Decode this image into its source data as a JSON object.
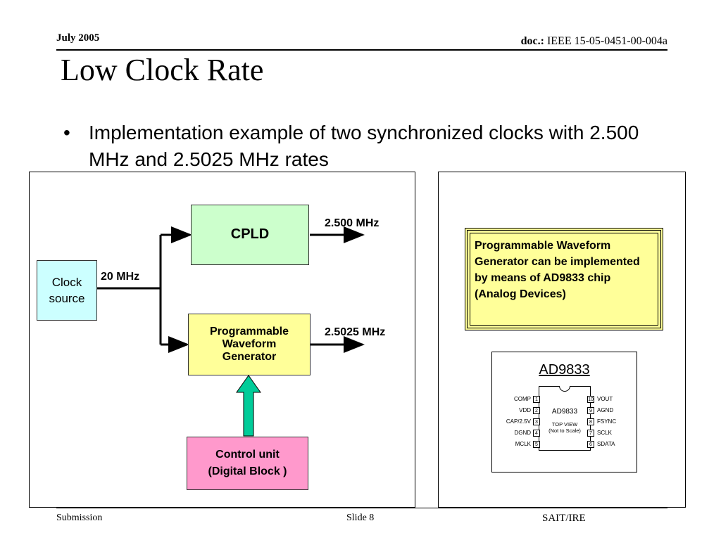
{
  "header": {
    "date": "July 2005",
    "doc_prefix": "doc.:",
    "doc_id": "IEEE 15-05-0451-00-004a"
  },
  "title": "Low Clock Rate",
  "bullet": {
    "marker": "•",
    "text": "Implementation example of two synchronized clocks with 2.500 MHz and 2.5025 MHz rates"
  },
  "diagram": {
    "clock_source": "Clock source",
    "clock_freq": "20 MHz",
    "cpld": "CPLD",
    "cpld_out": "2.500 MHz",
    "pwg": "Programmable Waveform Generator",
    "pwg_out": "2.5025 MHz",
    "control_line1": "Control unit",
    "control_line2": "(Digital Block )",
    "colors": {
      "clock": "#ccffff",
      "cpld": "#ccffcc",
      "pwg": "#ffff99",
      "control": "#ff99cc",
      "arrow": "#00cc99"
    }
  },
  "note": {
    "text": "Programmable Waveform Generator can be implemented by means of AD9833 chip (Analog Devices)",
    "bg": "#ffff99"
  },
  "chip": {
    "title": "AD9833",
    "body_name": "AD9833",
    "body_sub1": "TOP VIEW",
    "body_sub2": "(Not to Scale)",
    "left_pins": [
      {
        "num": "1",
        "name": "COMP"
      },
      {
        "num": "2",
        "name": "VDD"
      },
      {
        "num": "3",
        "name": "CAP/2.5V"
      },
      {
        "num": "4",
        "name": "DGND"
      },
      {
        "num": "5",
        "name": "MCLK"
      }
    ],
    "right_pins": [
      {
        "num": "10",
        "name": "VOUT"
      },
      {
        "num": "9",
        "name": "AGND"
      },
      {
        "num": "8",
        "name": "FSYNC"
      },
      {
        "num": "7",
        "name": "SCLK"
      },
      {
        "num": "6",
        "name": "SDATA"
      }
    ]
  },
  "footer": {
    "left": "Submission",
    "center": "Slide 8",
    "right": "SAIT/IRE"
  }
}
